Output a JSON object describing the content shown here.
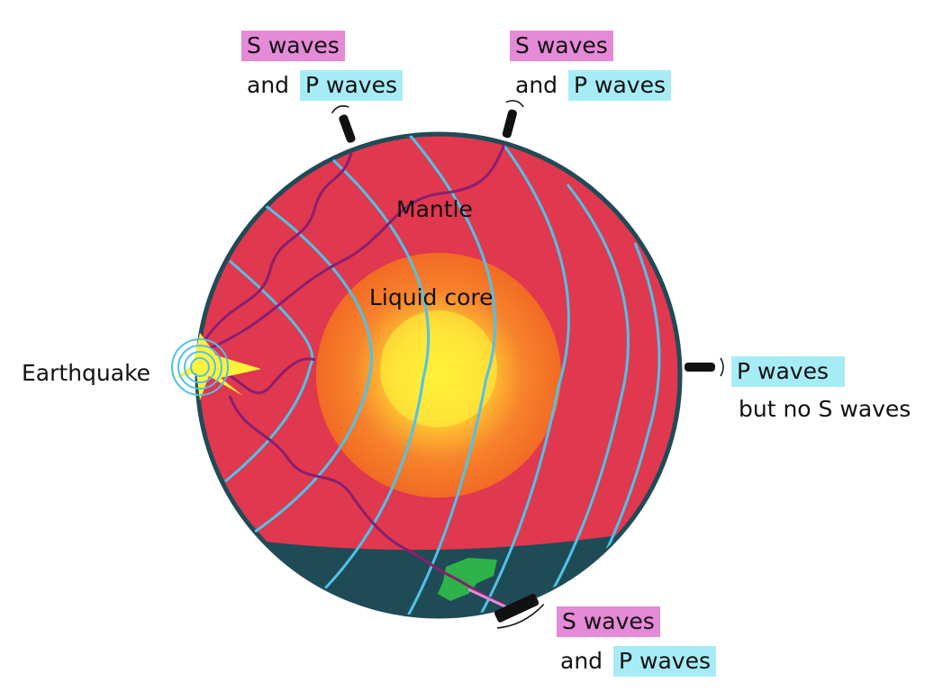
{
  "colors": {
    "s_wave_highlight": "#e58ad6",
    "p_wave_highlight": "#a6ecf6",
    "mantle": "#e0384f",
    "core_outer": "#f26a24",
    "core_inner": "#ffe033",
    "ocean": "#1f4b57",
    "land": "#2db34a",
    "p_wave_lines": "#4fc2e8",
    "s_wave_lines": "#8b1f6e"
  },
  "labels": {
    "mantle": "Mantle",
    "liquid_core": "Liquid core",
    "earthquake": "Earthquake"
  },
  "stations": [
    {
      "id": "top-left",
      "s": "S waves",
      "conj": "and",
      "p": "P waves"
    },
    {
      "id": "top-right",
      "s": "S waves",
      "conj": "and",
      "p": "P waves"
    },
    {
      "id": "right",
      "p": "P waves",
      "note": "but no S waves"
    },
    {
      "id": "bottom",
      "s": "S waves",
      "conj": "and",
      "p": "P waves"
    }
  ],
  "icons": [
    "seismograph-icon",
    "earthquake-burst-icon"
  ]
}
